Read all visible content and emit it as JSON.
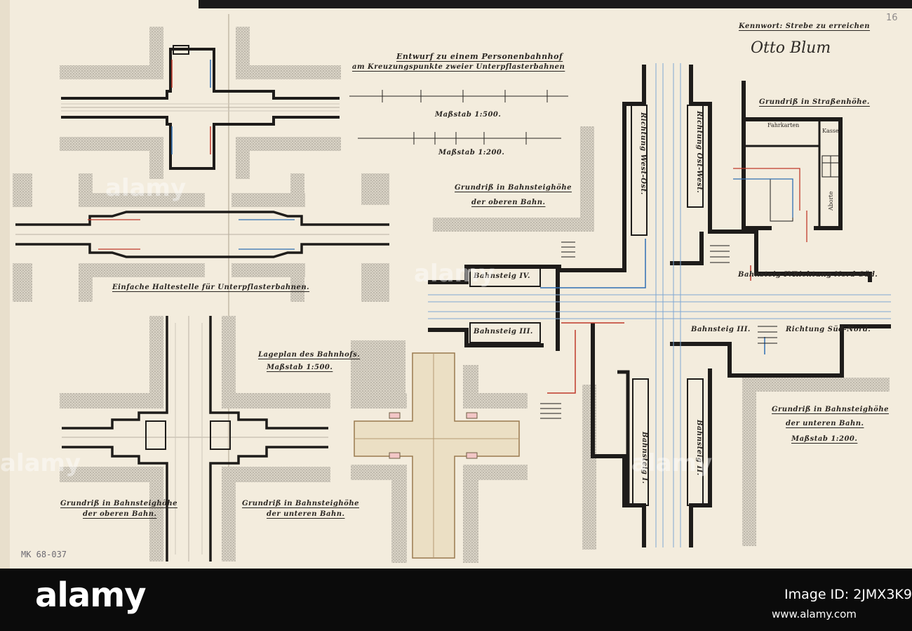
{
  "header": {
    "title_line1": "Entwurf zu einem Personenbahnhof",
    "title_line2": "am Kreuzungspunkte zweier Unterpflasterbahnen",
    "scale_1_500": "Maßstab 1:500.",
    "scale_1_200": "Maßstab 1:200."
  },
  "competition": {
    "label": "Kennwort: Strebe zu erreichen",
    "signature": "Otto Blum"
  },
  "page_number": "16",
  "archive_ref": "MK 68-037",
  "labels": {
    "halt_station": "Einfache Haltestelle für Unterpflasterbahnen.",
    "site_plan_title": "Lageplan des Bahnhofs.",
    "site_plan_scale": "Maßstab 1:500.",
    "upper_platform_plan": "Grundriß in Bahnsteighöhe der oberen Bahn.",
    "upper_line1": "Grundriß in Bahnsteighöhe",
    "upper_line2": "der oberen Bahn.",
    "lower_small_line1": "Grundriß in Bahnsteighöhe",
    "lower_small_line2": "der unteren Bahn.",
    "upper_small_line1": "Grundriß in Bahnsteighöhe",
    "upper_small_line2": "der oberen Bahn.",
    "lower_big_line1": "Grundriß in Bahnsteighöhe",
    "lower_big_line2": "der unteren Bahn.",
    "lower_big_scale": "Maßstab 1:200.",
    "street_level": "Grundriß in Straßenhöhe.",
    "tickets": "Fahrkarten",
    "cash": "Kasse",
    "closet": "Aborte",
    "platform_1": "Bahnsteig I.",
    "platform_2": "Bahnsteig II.",
    "platform_3_left": "Bahnsteig III.",
    "platform_4_left": "Bahnsteig IV.",
    "platform_3_right": "Bahnsteig III.",
    "platform_4_right": "Bahnsteig IV.",
    "dir_north_south": "Richtung Nord-Süd.",
    "dir_south_north": "Richtung Süd-Nord.",
    "dir_west_east": "Richtung West-Ost.",
    "dir_east_west": "Richtung Ost-West."
  },
  "stock": {
    "brand": "alamy",
    "image_id": "Image ID: 2JMX3K9",
    "url": "www.alamy.com",
    "watermark": "alamy"
  }
}
